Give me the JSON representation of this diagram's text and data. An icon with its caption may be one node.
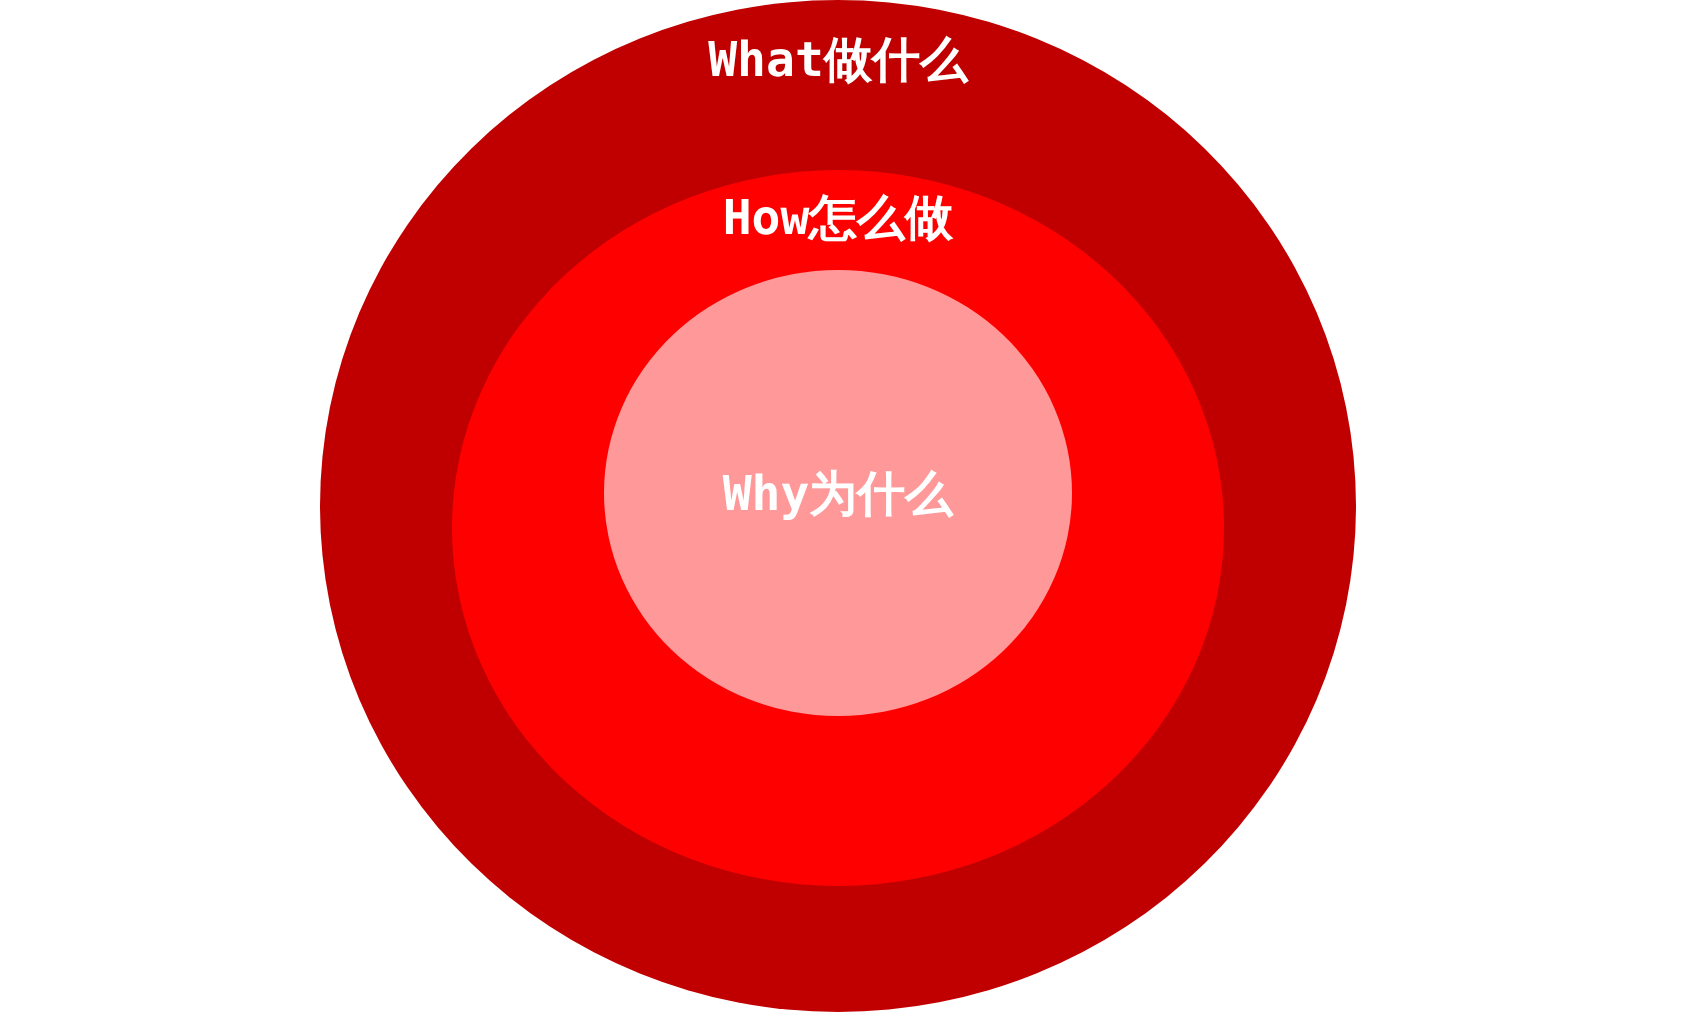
{
  "diagram": {
    "nodes": [
      {
        "text": [
          "What做什么"
        ]
      },
      {
        "text": [
          "How怎么做"
        ],
        "in": 0
      },
      {
        "text": [
          "Why为什么"
        ],
        "in": 1
      }
    ]
  }
}
